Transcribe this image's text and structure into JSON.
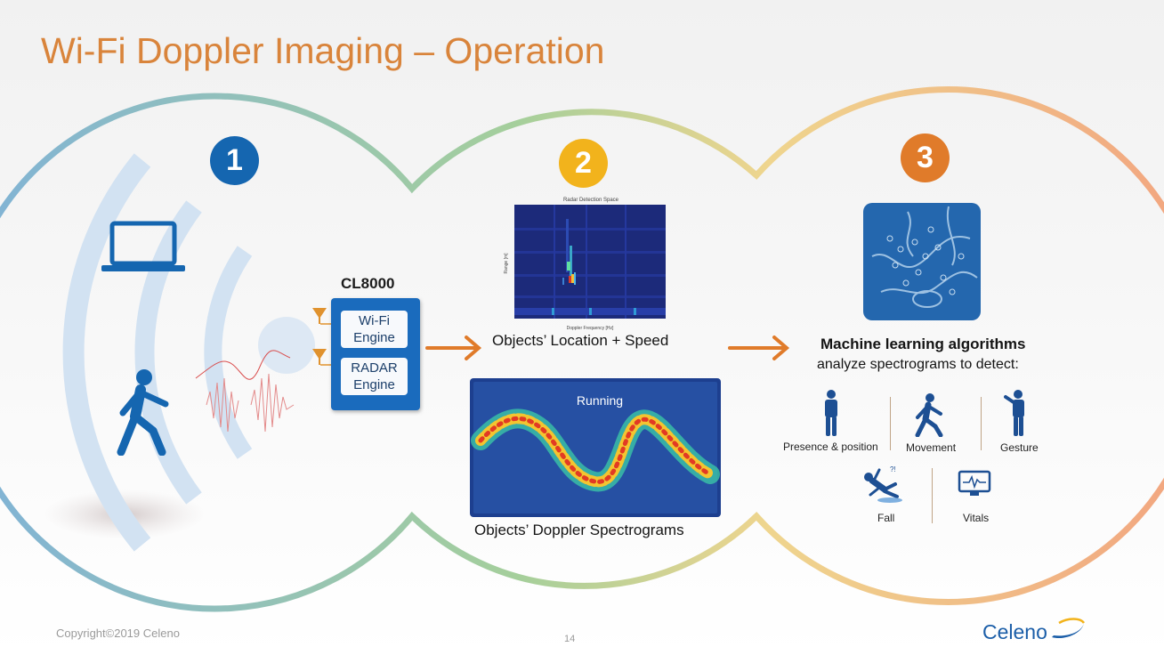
{
  "slide": {
    "title": "Wi-Fi Doppler Imaging – Operation",
    "copyright": "Copyright©2019 Celeno",
    "page_number": "14",
    "logo": "Celeno"
  },
  "steps": [
    {
      "number": "1",
      "color": "#1566b0"
    },
    {
      "number": "2",
      "color": "#f2b31c"
    },
    {
      "number": "3",
      "color": "#e07b2a"
    }
  ],
  "chip": {
    "title": "CL8000",
    "wifi_engine": "Wi-Fi Engine",
    "radar_engine": "RADAR Engine"
  },
  "radar_plot": {
    "title": "Radar Detection Space",
    "xlabel": "Doppler Frequency [Hz]",
    "ylabel": "Range [m]",
    "caption": "Objects’ Location + Speed"
  },
  "spectrogram": {
    "label": "Running",
    "caption": "Objects’ Doppler Spectrograms"
  },
  "ml": {
    "title": "Machine learning algorithms",
    "subtitle": "analyze spectrograms to detect:",
    "detections": [
      "Presence & position",
      "Movement",
      "Gesture",
      "Fall",
      "Vitals"
    ]
  },
  "icons": [
    "laptop-icon",
    "walking-person-icon",
    "antenna-icon",
    "standing-person-icon",
    "gesture-person-icon",
    "falling-person-icon",
    "vitals-monitor-icon"
  ],
  "colors": {
    "title": "#d9843b",
    "chip_blue": "#1a6bbd",
    "arrow": "#e07b2a"
  }
}
